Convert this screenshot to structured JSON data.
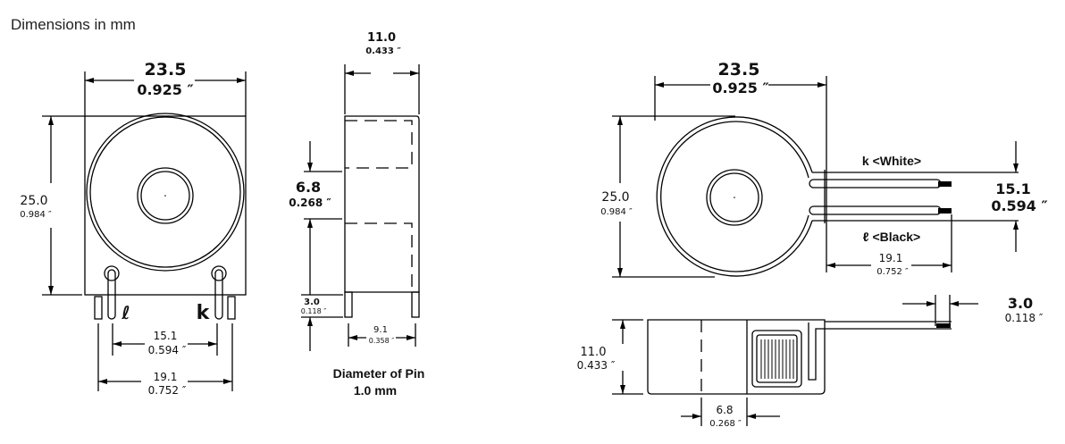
{
  "caption": "Dimensions in mm",
  "front_view": {
    "width_mm": "23.5",
    "width_in": "0.925 ″",
    "height_mm": "25.0",
    "height_in": "0.984 ″",
    "pin_inner_mm": "15.1",
    "pin_inner_in": "0.594 ″",
    "pin_outer_mm": "19.1",
    "pin_outer_in": "0.752 ″",
    "label_l": "ℓ",
    "label_k": "k"
  },
  "side_view": {
    "depth_mm": "11.0",
    "depth_in": "0.433 ″",
    "hole_mm": "6.8",
    "hole_in": "0.268 ″",
    "pin_len_mm": "3.0",
    "pin_len_in": "0.118 ″",
    "pin_span_mm": "9.1",
    "pin_span_in": "0.358 ″",
    "note_line1": "Diameter of Pin",
    "note_line2": "1.0 mm"
  },
  "lead_top_view": {
    "width_mm": "23.5",
    "width_in": "0.925 ″",
    "height_mm": "25.0",
    "height_in": "0.984 ″",
    "lead_spacing_mm": "15.1",
    "lead_spacing_in": "0.594 ″",
    "lead_len_mm": "19.1",
    "lead_len_in": "0.752 ″",
    "label_white": "k <White>",
    "label_black": "ℓ <Black>"
  },
  "lead_side_view": {
    "depth_mm": "11.0",
    "depth_in": "0.433 ″",
    "hole_mm": "6.8",
    "hole_in": "0.268 ″",
    "strip_mm": "3.0",
    "strip_in": "0.118 ″"
  }
}
